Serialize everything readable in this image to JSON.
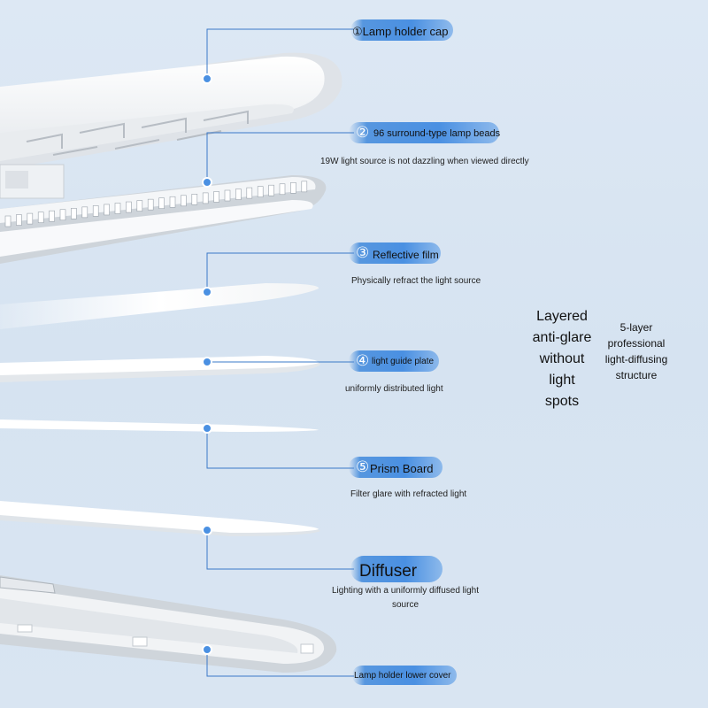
{
  "callouts": [
    {
      "num": "",
      "title": "①Lamp holder cap",
      "sub": ""
    },
    {
      "num": "②",
      "title": "96 surround-type lamp beads",
      "sub": "19W light source is not dazzling when viewed directly"
    },
    {
      "num": "③",
      "title": "Reflective film",
      "sub": "Physically refract the light source"
    },
    {
      "num": "④",
      "title": "light guide plate",
      "sub": "uniformly distributed light"
    },
    {
      "num": "⑤",
      "title": "Prism Board",
      "sub": "Filter glare with refracted light"
    },
    {
      "num": "",
      "title": "Diffuser",
      "sub": "Lighting with a uniformly diffused light source"
    },
    {
      "num": "",
      "title": "Lamp holder lower cover",
      "sub": ""
    }
  ],
  "side": {
    "big": [
      "Layered",
      "anti-glare",
      "without",
      "light",
      "spots"
    ],
    "small": [
      "5-layer",
      "professional",
      "light-diffusing",
      "structure"
    ]
  },
  "colors": {
    "accent": "#4a90e2",
    "panel": "#f4f6f8",
    "line": "#3a78c8"
  }
}
